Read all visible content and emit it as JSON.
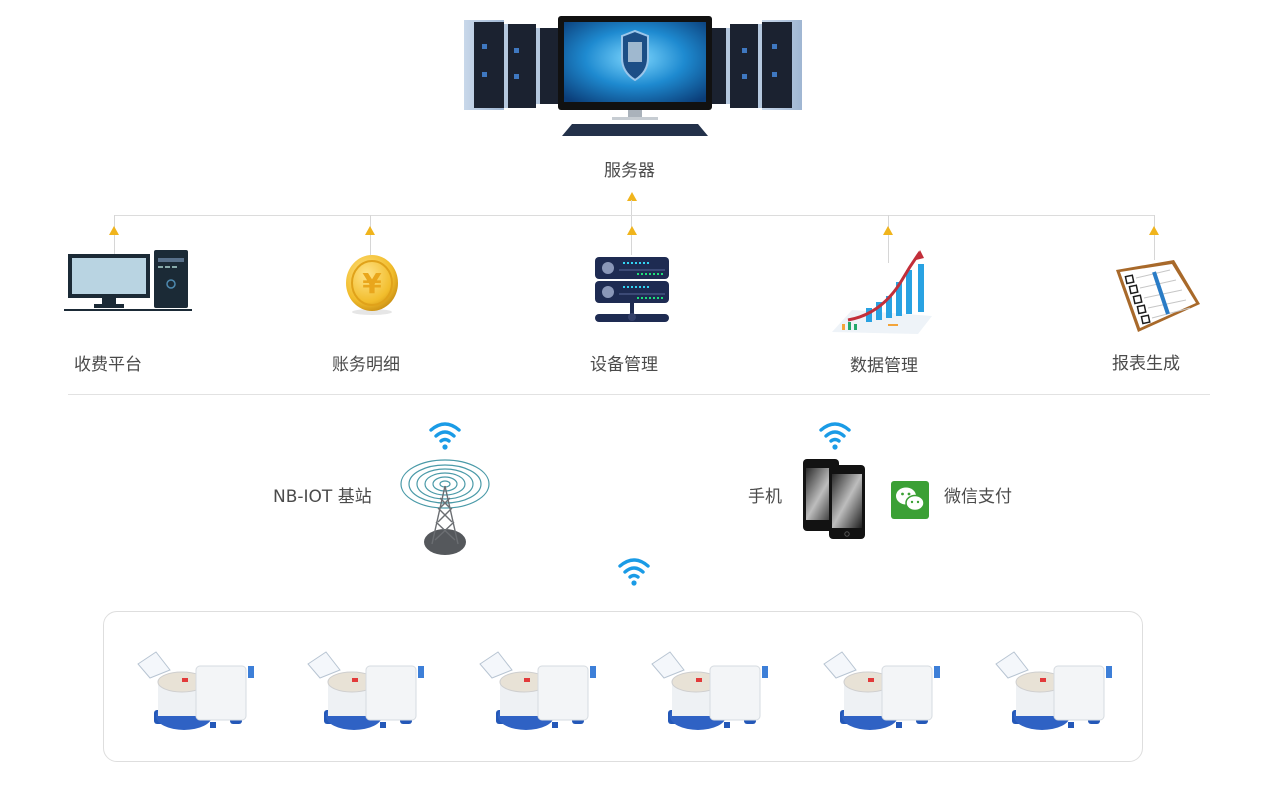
{
  "server": {
    "label": "服务器",
    "icon": "server-monitor-icon"
  },
  "modules": [
    {
      "label": "收费平台",
      "icon": "desktop-computer-icon"
    },
    {
      "label": "账务明细",
      "icon": "yuan-coin-icon"
    },
    {
      "label": "设备管理",
      "icon": "server-rack-icon"
    },
    {
      "label": "数据管理",
      "icon": "bar-chart-growth-icon"
    },
    {
      "label": "报表生成",
      "icon": "clipboard-checklist-icon"
    }
  ],
  "network": {
    "base_station": {
      "label": "NB-IOT 基站",
      "icon": "cell-tower-icon"
    },
    "phone": {
      "label": "手机",
      "icon": "smartphone-icon"
    },
    "wechat_pay": {
      "label": "微信支付",
      "icon": "wechat-icon"
    }
  },
  "meters": {
    "count": 6,
    "icon": "water-meter-icon"
  },
  "colors": {
    "arrow": "#f0b41c",
    "wifi": "#1a9be6",
    "line": "#dcdcdc",
    "wechat": "#3ba035"
  }
}
